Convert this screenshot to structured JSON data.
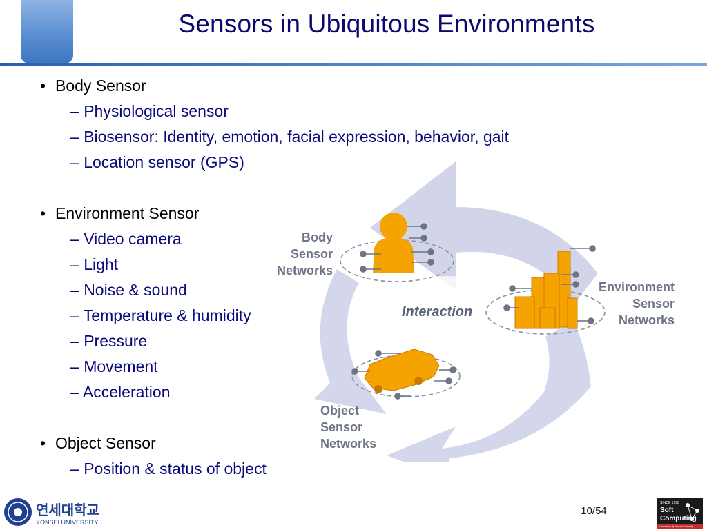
{
  "title": "Sensors in Ubiquitous Environments",
  "sections": [
    {
      "label": "Body Sensor",
      "items": [
        "Physiological sensor",
        "Biosensor: Identity, emotion, facial expression, behavior, gait",
        "Location sensor (GPS)"
      ]
    },
    {
      "label": "Environment Sensor",
      "items": [
        "Video camera",
        "Light",
        "Noise & sound",
        "Temperature & humidity",
        "Pressure",
        "Movement",
        "Acceleration"
      ]
    },
    {
      "label": "Object Sensor",
      "items": [
        "Position & status of object"
      ]
    }
  ],
  "bullet_glyph": "•",
  "dash_glyph": "–",
  "diagram": {
    "center_label": "Interaction",
    "body_label": [
      "Body",
      "Sensor",
      "Networks"
    ],
    "env_label": [
      "Environment",
      "Sensor",
      "Networks"
    ],
    "object_label": [
      "Object",
      "Sensor",
      "Networks"
    ]
  },
  "footer": {
    "university_korean": "연세대학교",
    "university_english": "YONSEI UNIVERSITY",
    "page_number": "10/54",
    "lab_since": "SINCE 1998",
    "lab_line1": "Soft",
    "lab_line2": "Computing",
    "lab_caption": "Laboratory @ Yonsei University"
  },
  "colors": {
    "title": "#0a0a6e",
    "sub_text": "#0a0a7a",
    "arrow": "#d2d5ea",
    "icon_orange": "#f5a300",
    "label_gray": "#6d7585"
  }
}
